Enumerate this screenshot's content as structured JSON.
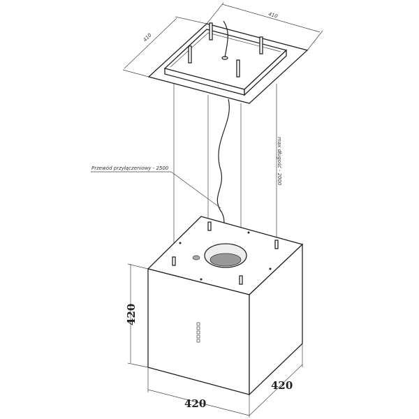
{
  "drawing": {
    "mount_plate": {
      "width_label": "410",
      "depth_label": "410"
    },
    "cable_label": "Przewód przyłączeniowy - 2500",
    "rod_length_label": "max długość - 2000",
    "hood": {
      "height_label": "420",
      "width_label": "420",
      "depth_label": "420"
    }
  }
}
